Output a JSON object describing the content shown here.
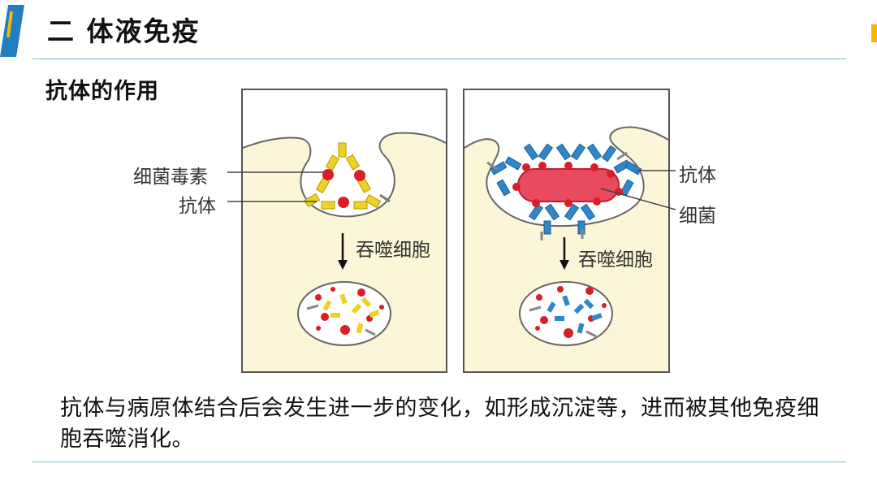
{
  "slide": {
    "title": "二  体液免疫",
    "subtitle": "抗体的作用",
    "body_text": "抗体与病原体结合后会发生进一步的变化，如形成沉淀等，进而被其他免疫细胞吞噬消化。"
  },
  "figure": {
    "left_panel": {
      "labels": {
        "toxin": "细菌毒素",
        "antibody": "抗体",
        "process": "吞噬细胞"
      }
    },
    "right_panel": {
      "labels": {
        "antibody": "抗体",
        "bacteria": "细菌",
        "process": "吞噬细胞"
      }
    }
  },
  "colors": {
    "accent_bar": "#1f7fc1",
    "accent_yellow": "#f5b800",
    "divider": "#74b9d6",
    "cell_fill": "#fbf6d8",
    "antibody_yellow": "#efd12a",
    "antibody_blue": "#2f86c8",
    "toxin_red": "#d81f26",
    "bacteria_fill": "#e84a5f"
  }
}
